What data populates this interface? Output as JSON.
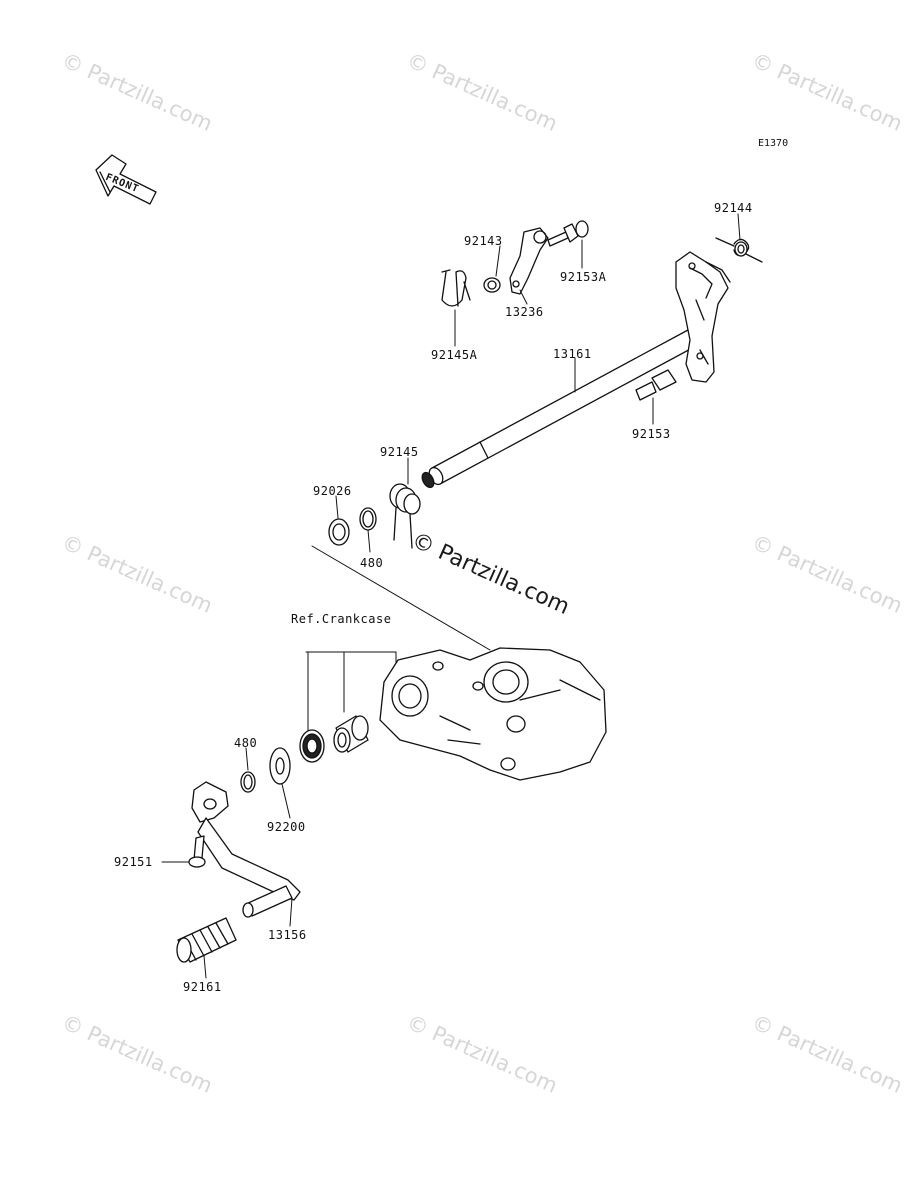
{
  "diagram": {
    "code": "E1370",
    "front_label": "FRONT",
    "ref_label": "Ref.Crankcase"
  },
  "watermarks": {
    "small": "© Partzilla.com",
    "center": "© Partzilla.com"
  },
  "parts": [
    {
      "id": "92144",
      "label": "92144"
    },
    {
      "id": "92143",
      "label": "92143"
    },
    {
      "id": "92153A",
      "label": "92153A"
    },
    {
      "id": "13236",
      "label": "13236"
    },
    {
      "id": "92145A",
      "label": "92145A"
    },
    {
      "id": "13161",
      "label": "13161"
    },
    {
      "id": "92153",
      "label": "92153"
    },
    {
      "id": "92145",
      "label": "92145"
    },
    {
      "id": "92026",
      "label": "92026"
    },
    {
      "id": "480a",
      "label": "480"
    },
    {
      "id": "480b",
      "label": "480"
    },
    {
      "id": "92200",
      "label": "92200"
    },
    {
      "id": "92151",
      "label": "92151"
    },
    {
      "id": "13156",
      "label": "13156"
    },
    {
      "id": "92161",
      "label": "92161"
    }
  ]
}
